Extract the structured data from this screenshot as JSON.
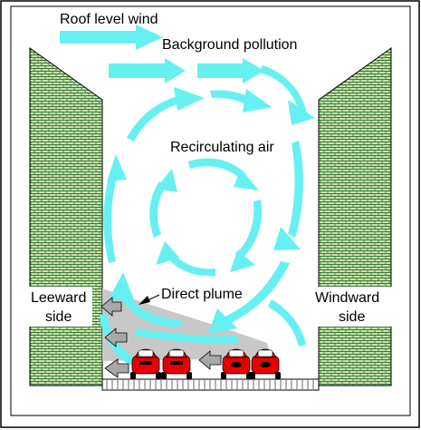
{
  "labels": {
    "roof_wind": "Roof level wind",
    "background": "Background pollution",
    "recirculating": "Recirculating air",
    "direct_plume": "Direct plume",
    "leeward_line1": "Leeward",
    "leeward_line2": "side",
    "windward_line1": "Windward",
    "windward_line2": "side"
  },
  "colors": {
    "air": "#66f0f2",
    "building_fill": "#c7e3a8",
    "brick_line": "#3f7a3f",
    "plume": "#c8c8c8",
    "car_body": "#e80000",
    "exhaust_arrow": "#a8a8a8",
    "road": "#ffffff"
  },
  "icons": {
    "car": "car-icon",
    "exhaust": "exhaust-arrow-icon",
    "wind": "wind-arrow-icon",
    "pointer": "pointer-arrowhead-icon"
  }
}
